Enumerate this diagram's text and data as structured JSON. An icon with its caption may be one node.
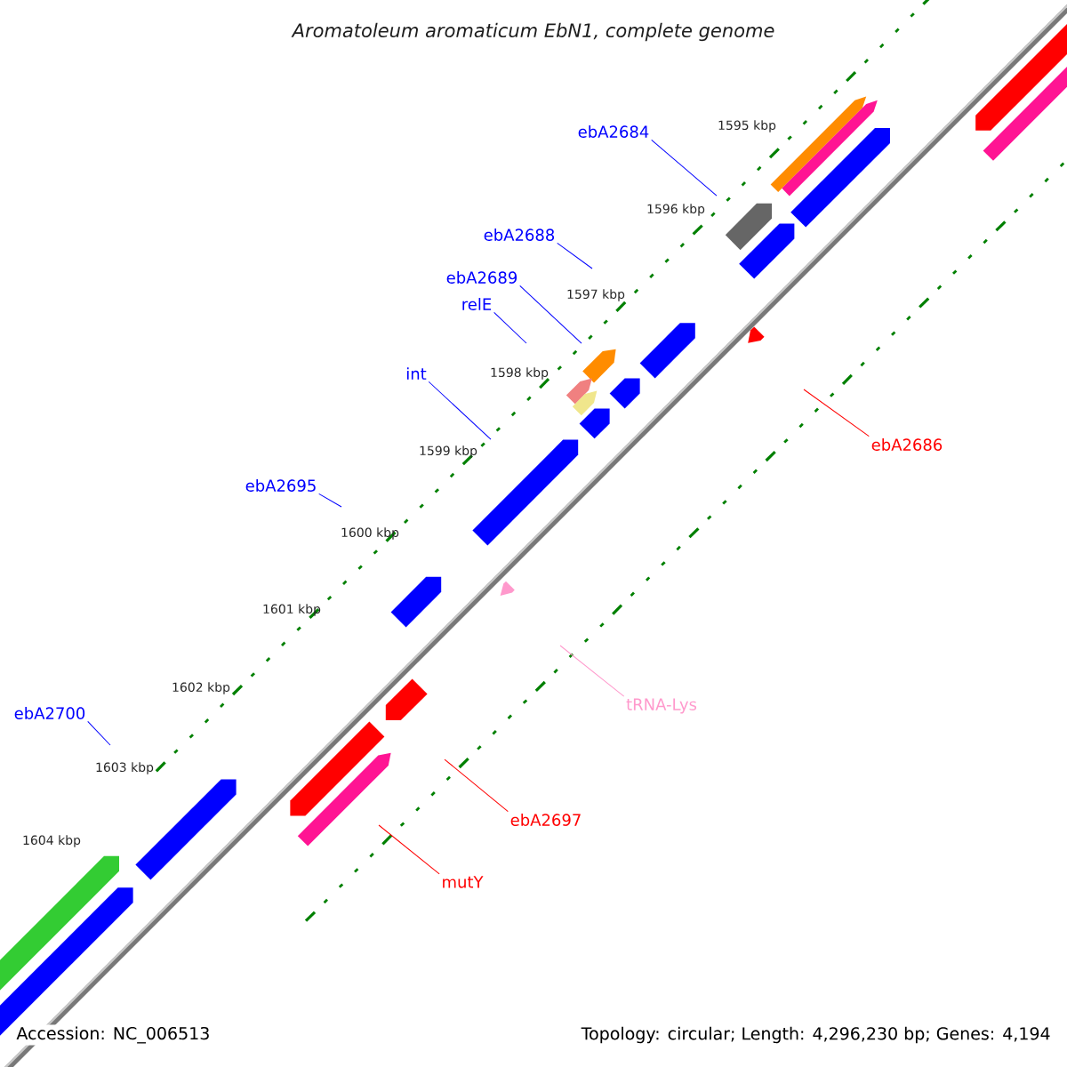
{
  "diagram": {
    "title": "Aromatoleum aromaticum EbN1, complete genome",
    "nodes": [
      {
        "text": [
          "ebA2684"
        ]
      },
      {
        "text": [
          "ebA2688"
        ]
      },
      {
        "text": [
          "ebA2689"
        ]
      },
      {
        "text": [
          "relE"
        ]
      },
      {
        "text": [
          "int"
        ]
      },
      {
        "text": [
          "ebA2695"
        ]
      },
      {
        "text": [
          "ebA2700"
        ]
      },
      {
        "text": [
          "ebA2686"
        ]
      },
      {
        "text": [
          "tRNA-Lys"
        ]
      },
      {
        "text": [
          "ebA2697"
        ]
      },
      {
        "text": [
          "mutY"
        ]
      }
    ],
    "edges": [
      {
        "from": 0,
        "to": null,
        "arrow": "none"
      },
      {
        "from": 1,
        "to": null,
        "arrow": "none"
      },
      {
        "from": 2,
        "to": null,
        "arrow": "none"
      },
      {
        "from": 3,
        "to": null,
        "arrow": "none"
      },
      {
        "from": 4,
        "to": null,
        "arrow": "none"
      },
      {
        "from": 5,
        "to": null,
        "arrow": "none"
      },
      {
        "from": 6,
        "to": null,
        "arrow": "none"
      },
      {
        "from": 7,
        "to": null,
        "arrow": "none",
        "color": "#ff0000"
      },
      {
        "from": 8,
        "to": null,
        "arrow": "none",
        "color": "#ff99cc"
      },
      {
        "from": 9,
        "to": null,
        "arrow": "none",
        "color": "#ff0000"
      },
      {
        "from": 10,
        "to": null,
        "arrow": "none",
        "color": "#ff0000"
      }
    ],
    "labels": [
      "1595 kbp",
      "1596 kbp",
      "1597 kbp",
      "1598 kbp",
      "1599 kbp",
      "1600 kbp",
      "1601 kbp",
      "1602 kbp",
      "1603 kbp",
      "1604 kbp",
      "Accession: NC_006513",
      "Topology: circular; Length: 4,296,230 bp; Genes: 4,194"
    ]
  }
}
